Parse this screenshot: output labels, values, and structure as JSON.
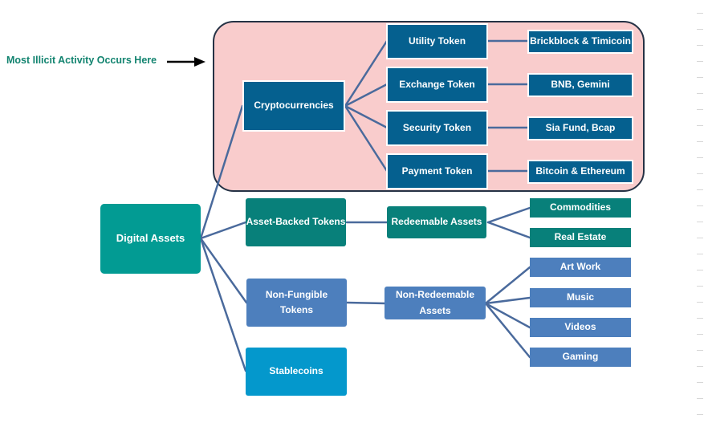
{
  "annotation": "Most Illicit Activity Occurs Here",
  "nodes": {
    "digital_assets": "Digital Assets",
    "cryptocurrencies": "Cryptocurrencies",
    "utility_token": "Utility Token",
    "exchange_token": "Exchange Token",
    "security_token": "Security Token",
    "payment_token": "Payment Token",
    "utility_examples": "Brickblock & Timicoin",
    "exchange_examples": "BNB, Gemini",
    "security_examples": "Sia Fund, Bcap",
    "payment_examples": "Bitcoin & Ethereum",
    "asset_backed": "Asset-Backed Tokens",
    "redeemable": "Redeemable Assets",
    "commodities": "Commodities",
    "real_estate": "Real Estate",
    "nft": "Non-Fungible Tokens",
    "non_redeemable": "Non-Redeemable Assets",
    "art_work": "Art Work",
    "music": "Music",
    "videos": "Videos",
    "gaming": "Gaming",
    "stablecoins": "Stablecoins"
  },
  "colors": {
    "navy": "#05608f",
    "teal": "#08807a",
    "steel_blue": "#4d7fbd",
    "aqua": "#0498cc",
    "root": "#029b93",
    "highlight_fill": "#f9cccc",
    "highlight_border": "#253245",
    "annotation_text": "#138470",
    "connector": "#4a6a9c"
  },
  "icons": {
    "pointer": "right-arrow-icon"
  }
}
